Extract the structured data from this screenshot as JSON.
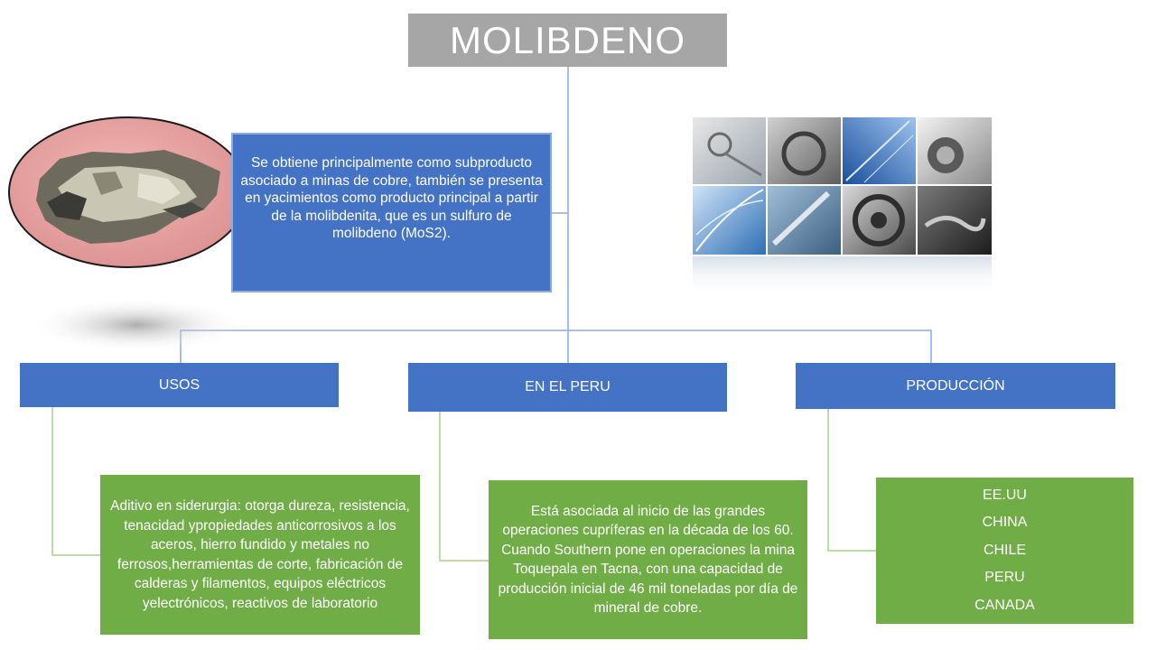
{
  "title": "MOLIBDENO",
  "description": "Se obtiene principalmente como subproducto asociado a minas de cobre, también se presenta en yacimientos como producto principal a partir de la molibdenita, que es un sulfuro de molibdeno (MoS2).",
  "branches": {
    "usos": {
      "label": "USOS",
      "text": "Aditivo en siderurgia: otorga dureza, resistencia, tenacidad ypropiedades anticorrosivos a los aceros, hierro fundido y metales no ferrosos,herramientas de corte, fabricación de calderas y filamentos, equipos eléctricos yelectrónicos, reactivos de laboratorio"
    },
    "peru": {
      "label": "EN EL PERU",
      "text": "Está asociada al inicio de las grandes operaciones cupríferas en la década de los 60. Cuando Southern pone en operaciones la mina Toquepala en Tacna, con una capacidad de producción inicial de 46 mil toneladas por día de mineral de cobre."
    },
    "produccion": {
      "label": "PRODUCCIÓN",
      "countries": [
        "EE.UU",
        "CHINA",
        "CHILE",
        "PERU",
        "CANADA"
      ]
    }
  },
  "colors": {
    "title_bg": "#a6a6a6",
    "node_blue": "#4472c4",
    "leaf_green": "#70ad47",
    "connector_blue": "#8faadc",
    "connector_green": "#a9d18e"
  },
  "images": {
    "rock": "molybdenite-rock-photo",
    "collage": "industrial-uses-collage"
  }
}
